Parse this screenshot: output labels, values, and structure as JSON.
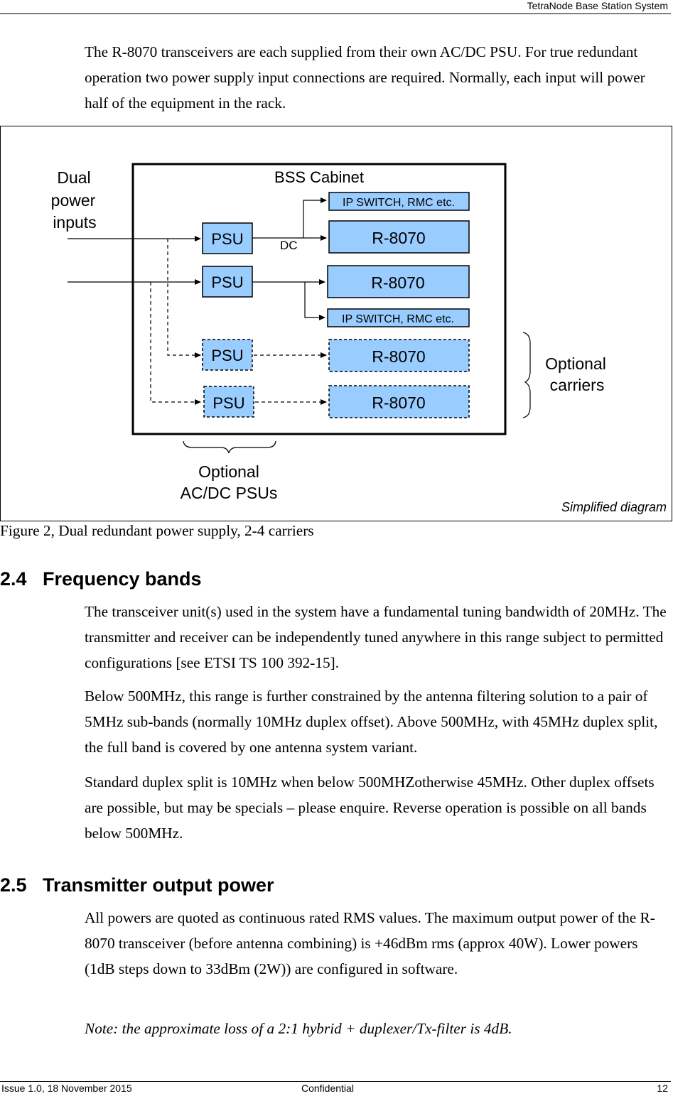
{
  "header": {
    "title": "TetraNode Base Station System"
  },
  "intro_paragraph": "The R-8070 transceivers are each supplied from their own AC/DC PSU. For true redundant operation two power supply input connections are required. Normally, each input will power half of the equipment in the rack.",
  "figure": {
    "labels": {
      "dual": "Dual",
      "power": "power",
      "inputs": "inputs",
      "cabinet": "BSS Cabinet",
      "dc": "DC",
      "optional_carriers_1": "Optional",
      "optional_carriers_2": "carriers",
      "optional_psus_1": "Optional",
      "optional_psus_2": "AC/DC PSUs",
      "simplified": "Simplified diagram"
    },
    "psus": [
      "PSU",
      "PSU",
      "PSU",
      "PSU"
    ],
    "transceivers": [
      "R-8070",
      "R-8070",
      "R-8070",
      "R-8070"
    ],
    "switches": [
      "IP SWITCH, RMC etc.",
      "IP SWITCH, RMC etc."
    ],
    "colors": {
      "box_fill": "#99ccff",
      "stroke": "#000000"
    }
  },
  "caption": "Figure 2, Dual redundant power supply, 2-4 carriers",
  "section_24": {
    "number": "2.4",
    "title": "Frequency bands",
    "paragraphs": [
      "The transceiver unit(s) used in the system have a fundamental tuning bandwidth of 20MHz. The transmitter and receiver can be independently tuned anywhere in this range subject to permitted configurations [see ETSI TS 100 392-15].",
      "Below 500MHz, this range is further constrained by the antenna filtering solution to a pair of 5MHz sub-bands (normally 10MHz duplex offset). Above 500MHz, with 45MHz duplex split, the full band is covered by one antenna system variant.",
      "Standard duplex split is 10MHz when below 500MHZotherwise 45MHz. Other duplex offsets are possible, but may be specials – please enquire. Reverse operation is possible on all bands below 500MHz."
    ]
  },
  "section_25": {
    "number": "2.5",
    "title": "Transmitter output power",
    "paragraphs": [
      "All powers are quoted as continuous rated RMS values. The maximum output power of the R-8070 transceiver (before antenna combining) is +46dBm rms (approx 40W). Lower powers (1dB steps down to 33dBm (2W)) are configured in software."
    ],
    "note": "Note: the approximate loss of a 2:1 hybrid + duplexer/Tx-filter is 4dB."
  },
  "footer": {
    "issue": "Issue 1.0, 18 November 2015",
    "classification": "Confidential",
    "page": "12"
  }
}
